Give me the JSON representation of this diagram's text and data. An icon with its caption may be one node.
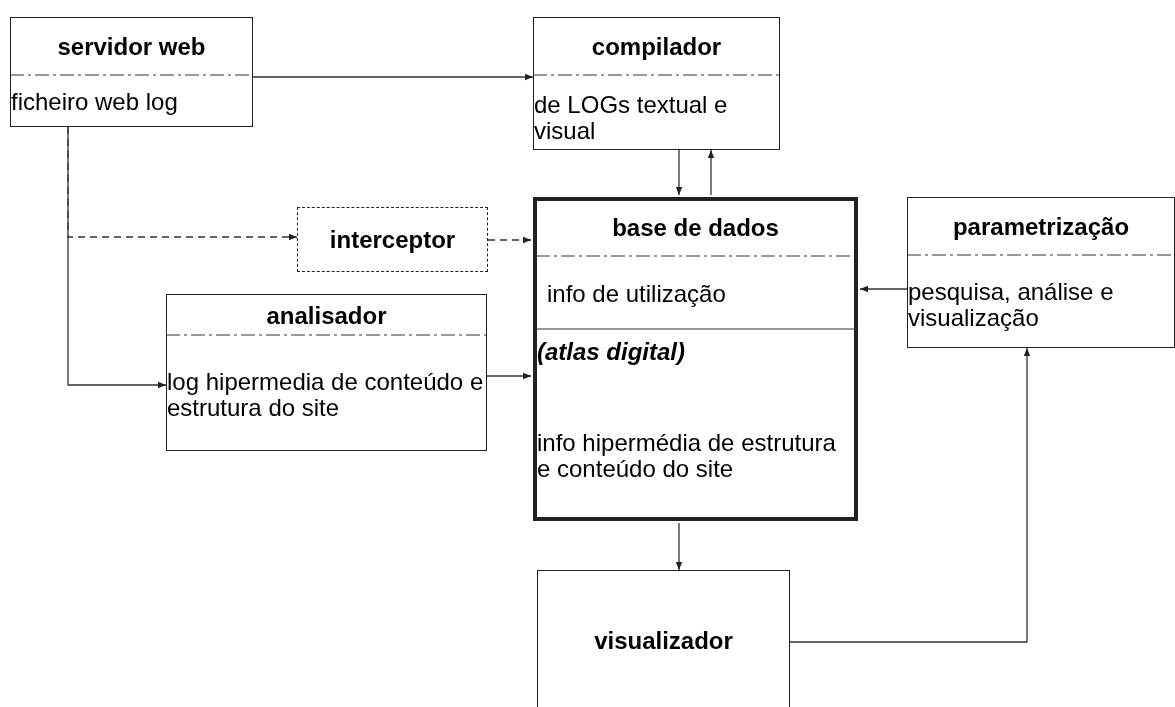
{
  "diagram": {
    "nodes": [
      {
        "text": [
          "servidor web",
          "ficheiro web log"
        ]
      },
      {
        "text": [
          "compilador",
          "de LOGs textual e visual"
        ]
      },
      {
        "text": [
          "interceptor"
        ]
      },
      {
        "text": [
          "base de dados",
          "info de utilização",
          "(atlas digital)",
          "info hipermédia de estrutura e conteúdo do site"
        ]
      },
      {
        "text": [
          "parametrização",
          "pesquisa, análise e visualização"
        ]
      },
      {
        "text": [
          "analisador",
          "log hipermedia de conteúdo e estrutura do site"
        ]
      },
      {
        "text": [
          "visualizador"
        ]
      }
    ],
    "edges": [
      {
        "from": 0,
        "to": 1,
        "arrow": "to"
      },
      {
        "from": 0,
        "to": 2,
        "arrow": "to",
        "style": "dashed"
      },
      {
        "from": 0,
        "to": 5,
        "arrow": "to"
      },
      {
        "from": 2,
        "to": 3,
        "arrow": "to",
        "style": "dashed"
      },
      {
        "from": 5,
        "to": 3,
        "arrow": "to"
      },
      {
        "from": 1,
        "to": 3,
        "arrow": "to"
      },
      {
        "from": 3,
        "to": 1,
        "arrow": "to"
      },
      {
        "from": 4,
        "to": 3,
        "arrow": "to"
      },
      {
        "from": 3,
        "to": 6,
        "arrow": "to"
      },
      {
        "from": 6,
        "to": 4,
        "arrow": "to"
      }
    ]
  }
}
